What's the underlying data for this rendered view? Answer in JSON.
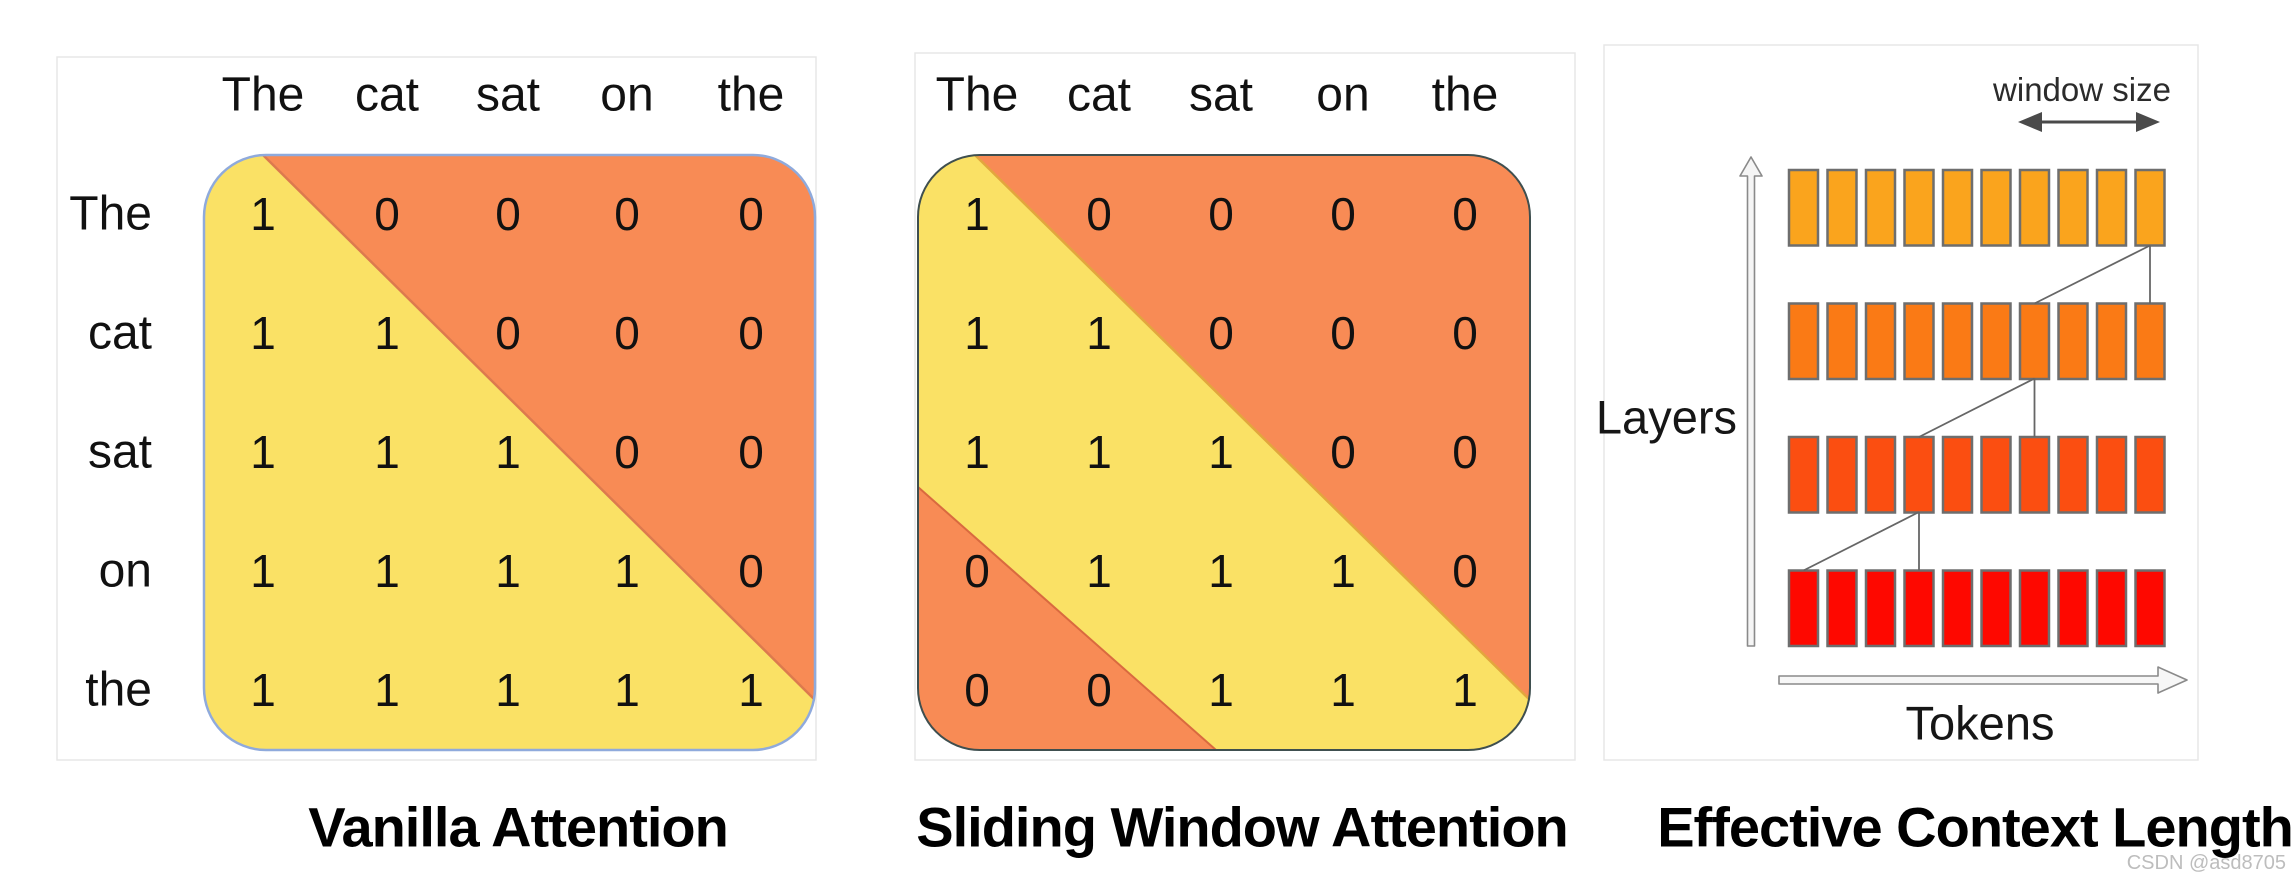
{
  "panels": [
    {
      "title": "Vanilla Attention",
      "tokens": [
        "The",
        "cat",
        "sat",
        "on",
        "the"
      ],
      "row_labels": [
        "The",
        "cat",
        "sat",
        "on",
        "the"
      ],
      "matrix": [
        [
          1,
          0,
          0,
          0,
          0
        ],
        [
          1,
          1,
          0,
          0,
          0
        ],
        [
          1,
          1,
          1,
          0,
          0
        ],
        [
          1,
          1,
          1,
          1,
          0
        ],
        [
          1,
          1,
          1,
          1,
          1
        ]
      ]
    },
    {
      "title": "Sliding Window Attention",
      "tokens": [
        "The",
        "cat",
        "sat",
        "on",
        "the"
      ],
      "matrix": [
        [
          1,
          0,
          0,
          0,
          0
        ],
        [
          1,
          1,
          0,
          0,
          0
        ],
        [
          1,
          1,
          1,
          0,
          0
        ],
        [
          0,
          1,
          1,
          1,
          0
        ],
        [
          0,
          0,
          1,
          1,
          1
        ]
      ]
    },
    {
      "title": "Effective Context Length",
      "window_size_label": "window size",
      "layers_label": "Layers",
      "tokens_label": "Tokens",
      "layers_chart": {
        "rows": 4,
        "bars_per_row": 10,
        "row_colors_top_to_bottom": [
          "#FAA41D",
          "#FA7A15",
          "#FB4E11",
          "#FE0800"
        ],
        "window_bars": 4
      }
    }
  ],
  "colors": {
    "attend_one_fill": "#FAE165",
    "masked_zero_fill": "#F88B55",
    "vanilla_outline": "#8FAADC",
    "sliding_outline": "#3F4F4F",
    "vanilla_diagonal_stroke": "#DC7A4E",
    "sliding_upper_diagonal_stroke": "#E2A63D",
    "sliding_wedge_stroke": "#D96A3F",
    "bar_border": "#6e6e6e",
    "connector_line": "#666666",
    "panel_border": "#e7e7e7"
  },
  "watermark": "CSDN @asd8705"
}
